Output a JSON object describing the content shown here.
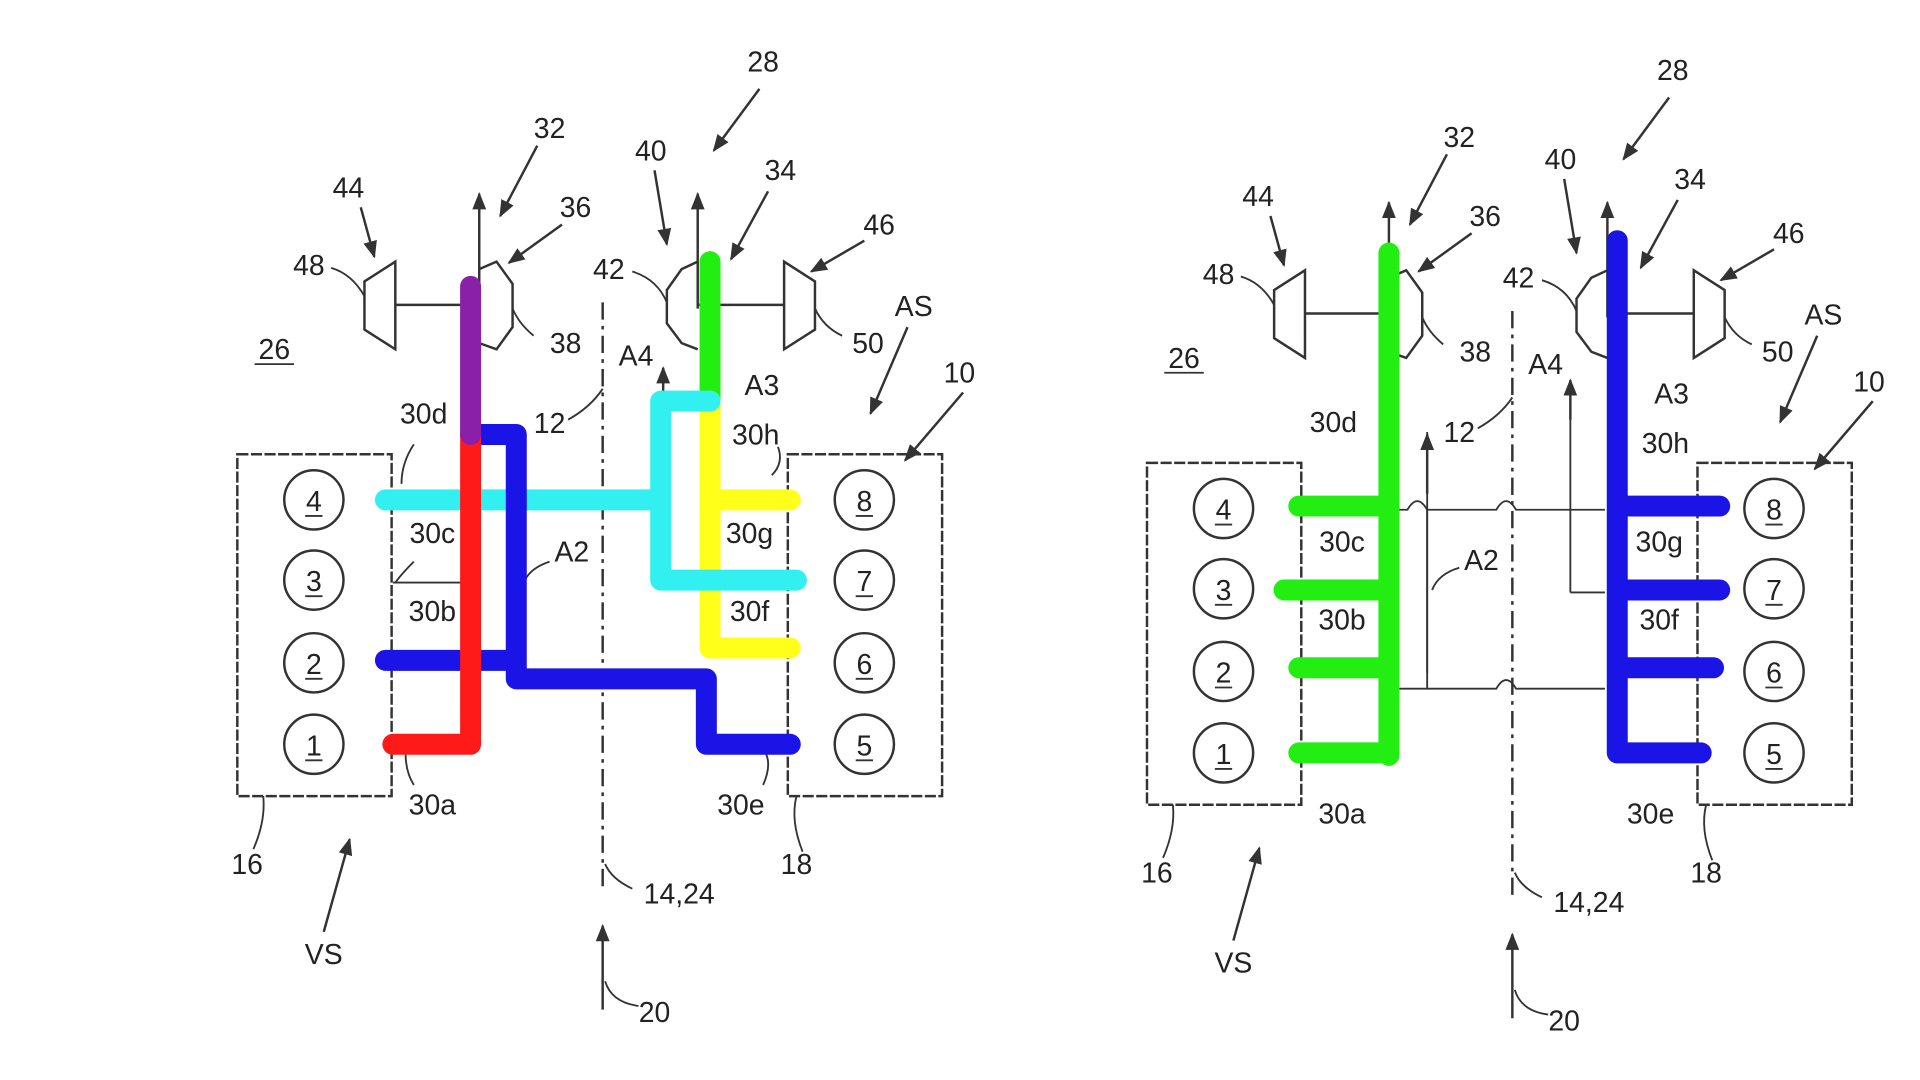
{
  "colors": {
    "purple": "#8a1fa8",
    "red": "#ff1a1a",
    "blue": "#1a14e6",
    "cyan": "#33f0f0",
    "green": "#22ee11",
    "yellow": "#ffff1a"
  },
  "figures": [
    {
      "id": "left",
      "labels": {
        "n28": "28",
        "n32": "32",
        "n40": "40",
        "n34": "34",
        "n44": "44",
        "n36": "36",
        "n46": "46",
        "n48": "48",
        "n42": "42",
        "AS": "AS",
        "n26": "26",
        "n38": "38",
        "n50": "50",
        "A4": "A4",
        "A3": "A3",
        "n10": "10",
        "n30d": "30d",
        "n12": "12",
        "n30h": "30h",
        "n30c": "30c",
        "n30g": "30g",
        "A2": "A2",
        "n30b": "30b",
        "n30f": "30f",
        "n30a": "30a",
        "n30e": "30e",
        "n16": "16",
        "n18": "18",
        "n1424": "14,24",
        "VS": "VS",
        "n20": "20"
      },
      "cylinders": [
        "4",
        "3",
        "2",
        "1",
        "8",
        "7",
        "6",
        "5"
      ]
    },
    {
      "id": "right",
      "labels": {
        "n28": "28",
        "n32": "32",
        "n40": "40",
        "n34": "34",
        "n44": "44",
        "n36": "36",
        "n46": "46",
        "n48": "48",
        "n42": "42",
        "AS": "AS",
        "n26": "26",
        "n38": "38",
        "n50": "50",
        "A4": "A4",
        "A3": "A3",
        "n10": "10",
        "n30d": "30d",
        "n12": "12",
        "n30h": "30h",
        "n30c": "30c",
        "n30g": "30g",
        "A2": "A2",
        "n30b": "30b",
        "n30f": "30f",
        "n30a": "30a",
        "n30e": "30e",
        "n16": "16",
        "n18": "18",
        "n1424": "14,24",
        "VS": "VS",
        "n20": "20"
      },
      "cylinders": [
        "4",
        "3",
        "2",
        "1",
        "8",
        "7",
        "6",
        "5"
      ]
    }
  ]
}
